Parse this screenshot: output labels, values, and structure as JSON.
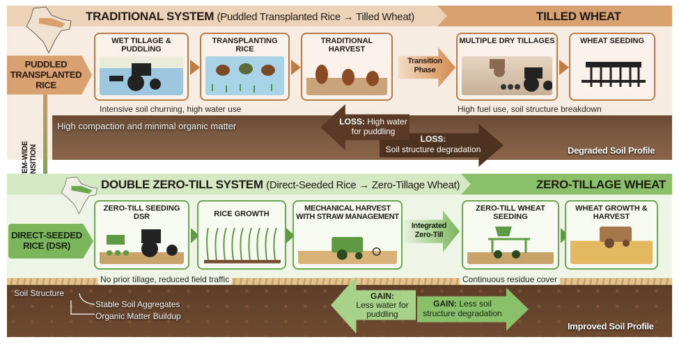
{
  "traditional": {
    "header_bold": "TRADITIONAL SYSTEM",
    "header_rest": "(Puddled Transplanted Rice → Tilled Wheat)",
    "wheat_band": "TILLED WHEAT",
    "start_label": "PUDDLED TRANSPLANTED RICE",
    "cards": [
      {
        "title": "WET TILLAGE & PUDDLING"
      },
      {
        "title": "TRANSPLANTING RICE"
      },
      {
        "title": "TRADITIONAL HARVEST"
      },
      {
        "title": "MULTIPLE DRY TILLAGES"
      },
      {
        "title": "WHEAT SEEDING"
      }
    ],
    "transition": "Transition Phase",
    "caption_left": "Intensive soil churning, high water use",
    "caption_right": "High fuel use, soil structure breakdown",
    "soil_note": "High compaction and minimal organic matter",
    "loss1_bold": "LOSS:",
    "loss1_text": "High water for puddling",
    "loss2_bold": "LOSS:",
    "loss2_text": "Soil structure degradation",
    "profile": "Degraded Soil Profile"
  },
  "system_transition": "SYSTEM-WIDE TRANSITION",
  "zerotill": {
    "header_bold": "DOUBLE ZERO-TILL SYSTEM",
    "header_rest": "(Direct-Seeded Rice → Zero-Tillage Wheat)",
    "wheat_band": "ZERO-TILLAGE WHEAT",
    "start_label": "DIRECT-SEEDED RICE (DSR)",
    "cards": [
      {
        "title": "ZERO-TILL SEEDING DSR"
      },
      {
        "title": "RICE GROWTH"
      },
      {
        "title": "MECHANICAL HARVEST WITH STRAW MANAGEMENT"
      },
      {
        "title": "ZERO-TILL WHEAT SEEDING"
      },
      {
        "title": "WHEAT GROWTH & HARVEST"
      }
    ],
    "transition": "Integrated Zero-Till",
    "caption_left": "No prior tillage, reduced field traffic",
    "caption_right": "Continuous residue cover",
    "soil_structure": "Soil Structure",
    "soil_aggregates": "Stable Soil Aggregates",
    "soil_organic": "Organic Matter Buildup",
    "gain1_bold": "GAIN:",
    "gain1_text": "Less water for puddling",
    "gain2_bold": "GAIN:",
    "gain2_text": "Less soil structure degradation",
    "profile": "Improved Soil Profile"
  },
  "colors": {
    "tan": "#d9a070",
    "green": "#7bb55c",
    "soil_dark": "#5e3e28"
  }
}
